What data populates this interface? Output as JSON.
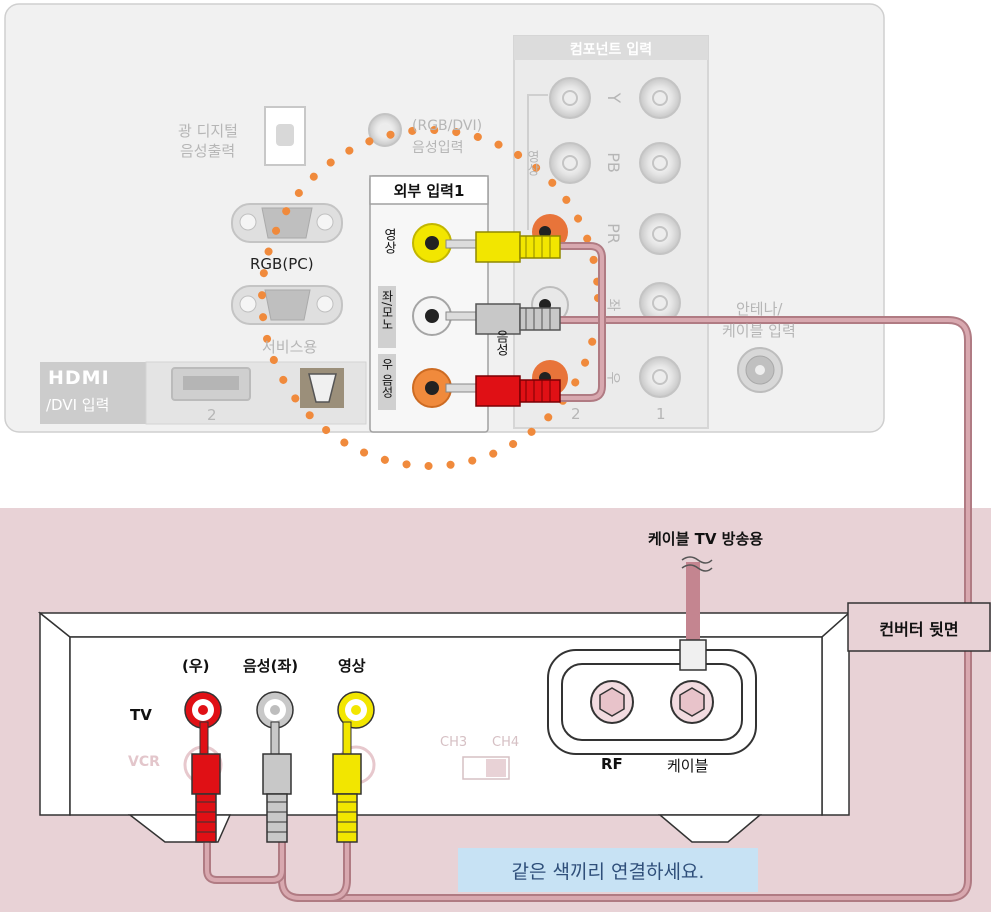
{
  "tv_panel": {
    "component_title": "컴포넌트 입력",
    "component_y": "Y",
    "component_pb": "PB",
    "component_pr": "PR",
    "component_video": "영상",
    "component_audio_left": "좌",
    "component_audio_mid": "음성",
    "component_audio_right": "우",
    "component_col2": "2",
    "component_col1": "1",
    "optical_label_1": "광 디지털",
    "optical_label_2": "음성출력",
    "rgb_dvi_audio_1": "(RGB/DVI)",
    "rgb_dvi_audio_2": "음성입력",
    "rgb_pc_label": "RGB(PC)",
    "service_label": "서비스용",
    "hdmi_logo": "HDMI",
    "hdmi_label": "/DVI 입력",
    "hdmi_port_num": "2",
    "external_input_title": "외부 입력1",
    "ext_video": "영상",
    "ext_audio_left": "좌/모노",
    "ext_audio_right": "우 음성",
    "antenna_label_1": "안테나/",
    "antenna_label_2": "케이블 입력"
  },
  "converter": {
    "cable_tv_label": "케이블 TV 방송용",
    "back_label": "컨버터 뒷면",
    "right_label": "(우)",
    "audio_left_label": "음성(좌)",
    "video_label": "영상",
    "tv_label": "TV",
    "vcr_label": "VCR",
    "ch3_label": "CH3",
    "ch4_label": "CH4",
    "rf_label": "RF",
    "cable_label": "케이블"
  },
  "instruction": "같은 색끼리 연결하세요.",
  "colors": {
    "panel_bg": "#f1f1f1",
    "converter_bg": "#e8d2d6",
    "cable_pink": "#c48590",
    "yellow": "#f2e600",
    "white": "#c8c8c8",
    "red": "#e01015",
    "dots_orange": "#f08a3c",
    "instruction_bg": "#c7e2f4"
  }
}
